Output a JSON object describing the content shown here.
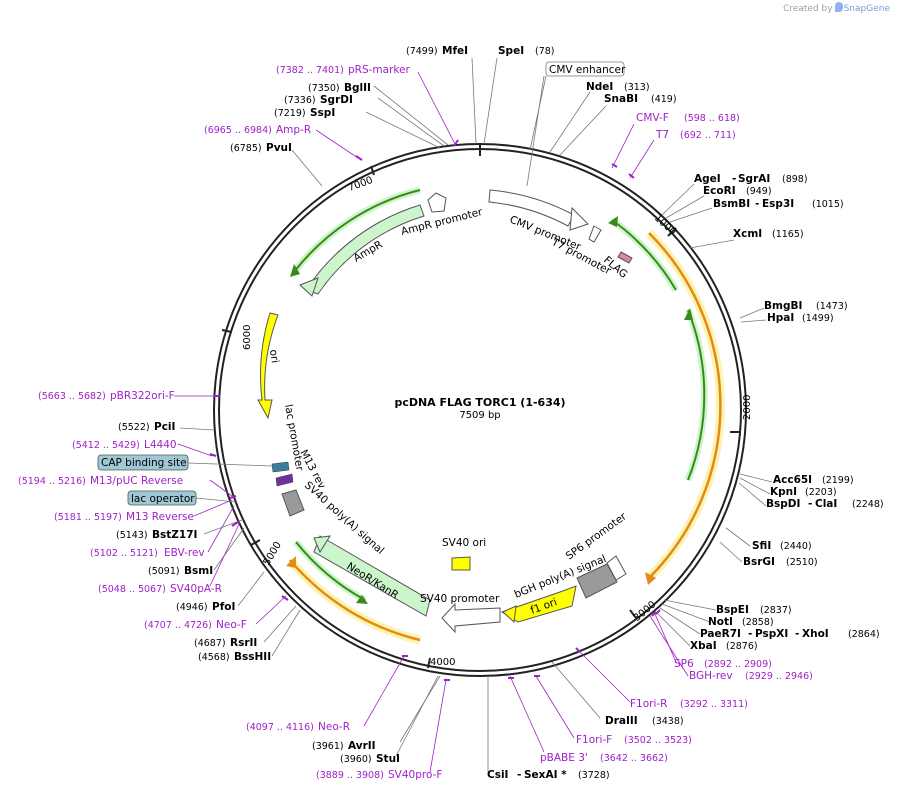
{
  "credit": {
    "prefix": "Created by",
    "brand": "SnapGene"
  },
  "plasmid": {
    "name": "pcDNA FLAG TORC1 (1-634)",
    "length_label": "7509 bp",
    "length": 7509
  },
  "ticks": [
    {
      "pos": 1000,
      "label": "1000"
    },
    {
      "pos": 2000,
      "label": "2000"
    },
    {
      "pos": 3000,
      "label": "3000"
    },
    {
      "pos": 4000,
      "label": "4000"
    },
    {
      "pos": 5000,
      "label": "5000"
    },
    {
      "pos": 6000,
      "label": "6000"
    },
    {
      "pos": 7000,
      "label": "7000"
    }
  ],
  "sites_right": [
    {
      "name": "SpeI",
      "pos": "(78)"
    },
    {
      "name": "NdeI",
      "pos": "(313)"
    },
    {
      "name": "SnaBI",
      "pos": "(419)"
    },
    {
      "name": "AgeI",
      "alt": "SgrAI",
      "pos": "(898)"
    },
    {
      "name": "EcoRI",
      "pos": "(949)"
    },
    {
      "name": "BsmBI",
      "alt": "Esp3I",
      "pos": "(1015)"
    },
    {
      "name": "XcmI",
      "pos": "(1165)"
    },
    {
      "name": "BmgBI",
      "pos": "(1473)"
    },
    {
      "name": "HpaI",
      "pos": "(1499)"
    },
    {
      "name": "Acc65I",
      "pos": "(2199)"
    },
    {
      "name": "KpnI",
      "pos": "(2203)"
    },
    {
      "name": "BspDI",
      "alt": "ClaI",
      "pos": "(2248)"
    },
    {
      "name": "SfiI",
      "pos": "(2440)"
    },
    {
      "name": "BsrGI",
      "pos": "(2510)"
    },
    {
      "name": "BspEI",
      "pos": "(2837)"
    },
    {
      "name": "NotI",
      "pos": "(2858)"
    },
    {
      "name": "PaeR7I",
      "alt": "PspXI",
      "alt2": "XhoI",
      "pos": "(2864)"
    },
    {
      "name": "XbaI",
      "pos": "(2876)"
    },
    {
      "name": "DraIII",
      "pos": "(3438)"
    },
    {
      "name": "CsiI",
      "alt": "SexAI *",
      "pos": "(3728)"
    }
  ],
  "sites_left": [
    {
      "name": "MfeI",
      "pos": "(7499)"
    },
    {
      "name": "BglII",
      "pos": "(7350)"
    },
    {
      "name": "SgrDI",
      "pos": "(7336)"
    },
    {
      "name": "SspI",
      "pos": "(7219)"
    },
    {
      "name": "PvuI",
      "pos": "(6785)"
    },
    {
      "name": "PciI",
      "pos": "(5522)"
    },
    {
      "name": "BstZ17I",
      "pos": "(5143)"
    },
    {
      "name": "BsmI",
      "pos": "(5091)"
    },
    {
      "name": "PfoI",
      "pos": "(4946)"
    },
    {
      "name": "RsrII",
      "pos": "(4687)"
    },
    {
      "name": "BssHII",
      "pos": "(4568)"
    },
    {
      "name": "AvrII",
      "pos": "(3961)"
    },
    {
      "name": "StuI",
      "pos": "(3960)"
    }
  ],
  "primers": [
    {
      "name": "CMV-F",
      "pos": "(598 .. 618)"
    },
    {
      "name": "T7",
      "pos": "(692 .. 711)"
    },
    {
      "name": "SP6",
      "pos": "(2892 .. 2909)"
    },
    {
      "name": "BGH-rev",
      "pos": "(2929 .. 2946)"
    },
    {
      "name": "F1ori-R",
      "pos": "(3292 .. 3311)"
    },
    {
      "name": "F1ori-F",
      "pos": "(3502 .. 3523)"
    },
    {
      "name": "pBABE 3'",
      "pos": "(3642 .. 3662)"
    },
    {
      "name": "SV40pro-F",
      "pos": "(3889 .. 3908)"
    },
    {
      "name": "Neo-R",
      "pos": "(4097 .. 4116)"
    },
    {
      "name": "Neo-F",
      "pos": "(4707 .. 4726)"
    },
    {
      "name": "SV40pA-R",
      "pos": "(5048 .. 5067)"
    },
    {
      "name": "EBV-rev",
      "pos": "(5102 .. 5121)"
    },
    {
      "name": "M13 Reverse",
      "pos": "(5181 .. 5197)"
    },
    {
      "name": "M13/pUC Reverse",
      "pos": "(5194 .. 5216)"
    },
    {
      "name": "L4440",
      "pos": "(5412 .. 5429)"
    },
    {
      "name": "pBR322ori-F",
      "pos": "(5663 .. 5682)"
    },
    {
      "name": "Amp-R",
      "pos": "(6965 .. 6984)"
    },
    {
      "name": "pRS-marker",
      "pos": "(7382 .. 7401)"
    }
  ],
  "boxed_labels": [
    {
      "text": "CMV enhancer"
    },
    {
      "text": "CAP binding site"
    },
    {
      "text": "lac operator"
    }
  ],
  "features": [
    {
      "text": "CMV promoter"
    },
    {
      "text": "T7 promoter"
    },
    {
      "text": "FLAG"
    },
    {
      "text": "SP6 promoter"
    },
    {
      "text": "bGH poly(A) signal"
    },
    {
      "text": "f1 ori"
    },
    {
      "text": "SV40 promoter"
    },
    {
      "text": "SV40 ori"
    },
    {
      "text": "NeoR/KanR"
    },
    {
      "text": "SV40 poly(A) signal"
    },
    {
      "text": "M13 rev"
    },
    {
      "text": "lac promoter"
    },
    {
      "text": "ori"
    },
    {
      "text": "AmpR"
    },
    {
      "text": "AmpR promoter"
    }
  ],
  "colors": {
    "backbone": "#222222",
    "primer": "#a020c8",
    "orf_green": "#3a8a1a",
    "orf_orange": "#e08b1a",
    "feature_green_fill": "#ccf5cc",
    "ori_yellow": "#ffff00",
    "promoter_fill": "#ffffff",
    "polyA_gray": "#9a9a9a",
    "boxed_blue": "#9fc8d4"
  }
}
